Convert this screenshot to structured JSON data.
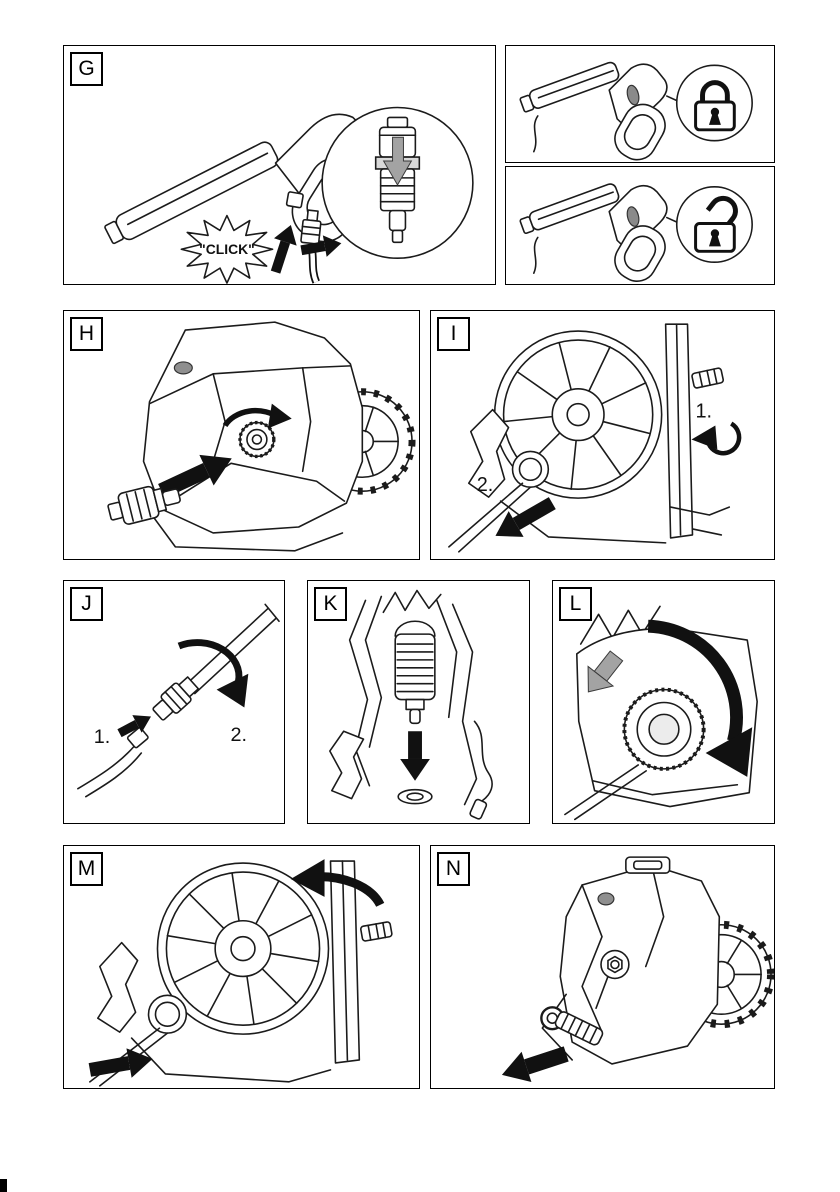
{
  "page": {
    "background": "#ffffff"
  },
  "colors": {
    "line": "#1b1b1b",
    "panel_border": "#000000",
    "gray_arrow": "#a3a3a3",
    "detail_gray": "#d8d8d8"
  },
  "panels": {
    "g": {
      "label": "G",
      "click_text": "\"CLICK\""
    },
    "lock_top": {
      "icon": "padlock-locked"
    },
    "lock_bottom": {
      "icon": "padlock-unlocked"
    },
    "h": {
      "label": "H"
    },
    "i": {
      "label": "I",
      "step1": "1.",
      "step2": "2."
    },
    "j": {
      "label": "J",
      "step1": "1.",
      "step2": "2."
    },
    "k": {
      "label": "K"
    },
    "l": {
      "label": "L"
    },
    "m": {
      "label": "M"
    },
    "n": {
      "label": "N"
    }
  }
}
